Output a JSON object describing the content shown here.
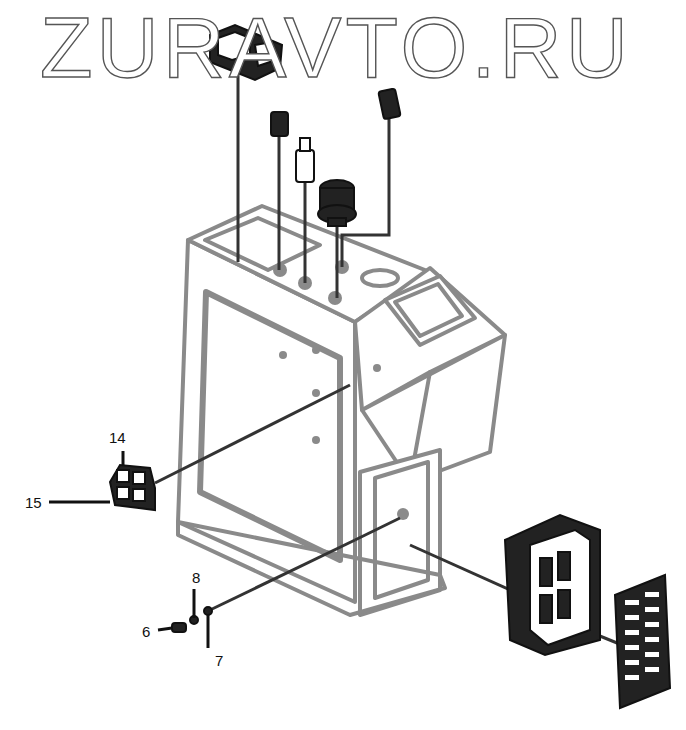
{
  "diagram": {
    "labels": [
      "ZURAVTO.RU",
      "14",
      "15",
      "8",
      "6",
      "7"
    ]
  }
}
